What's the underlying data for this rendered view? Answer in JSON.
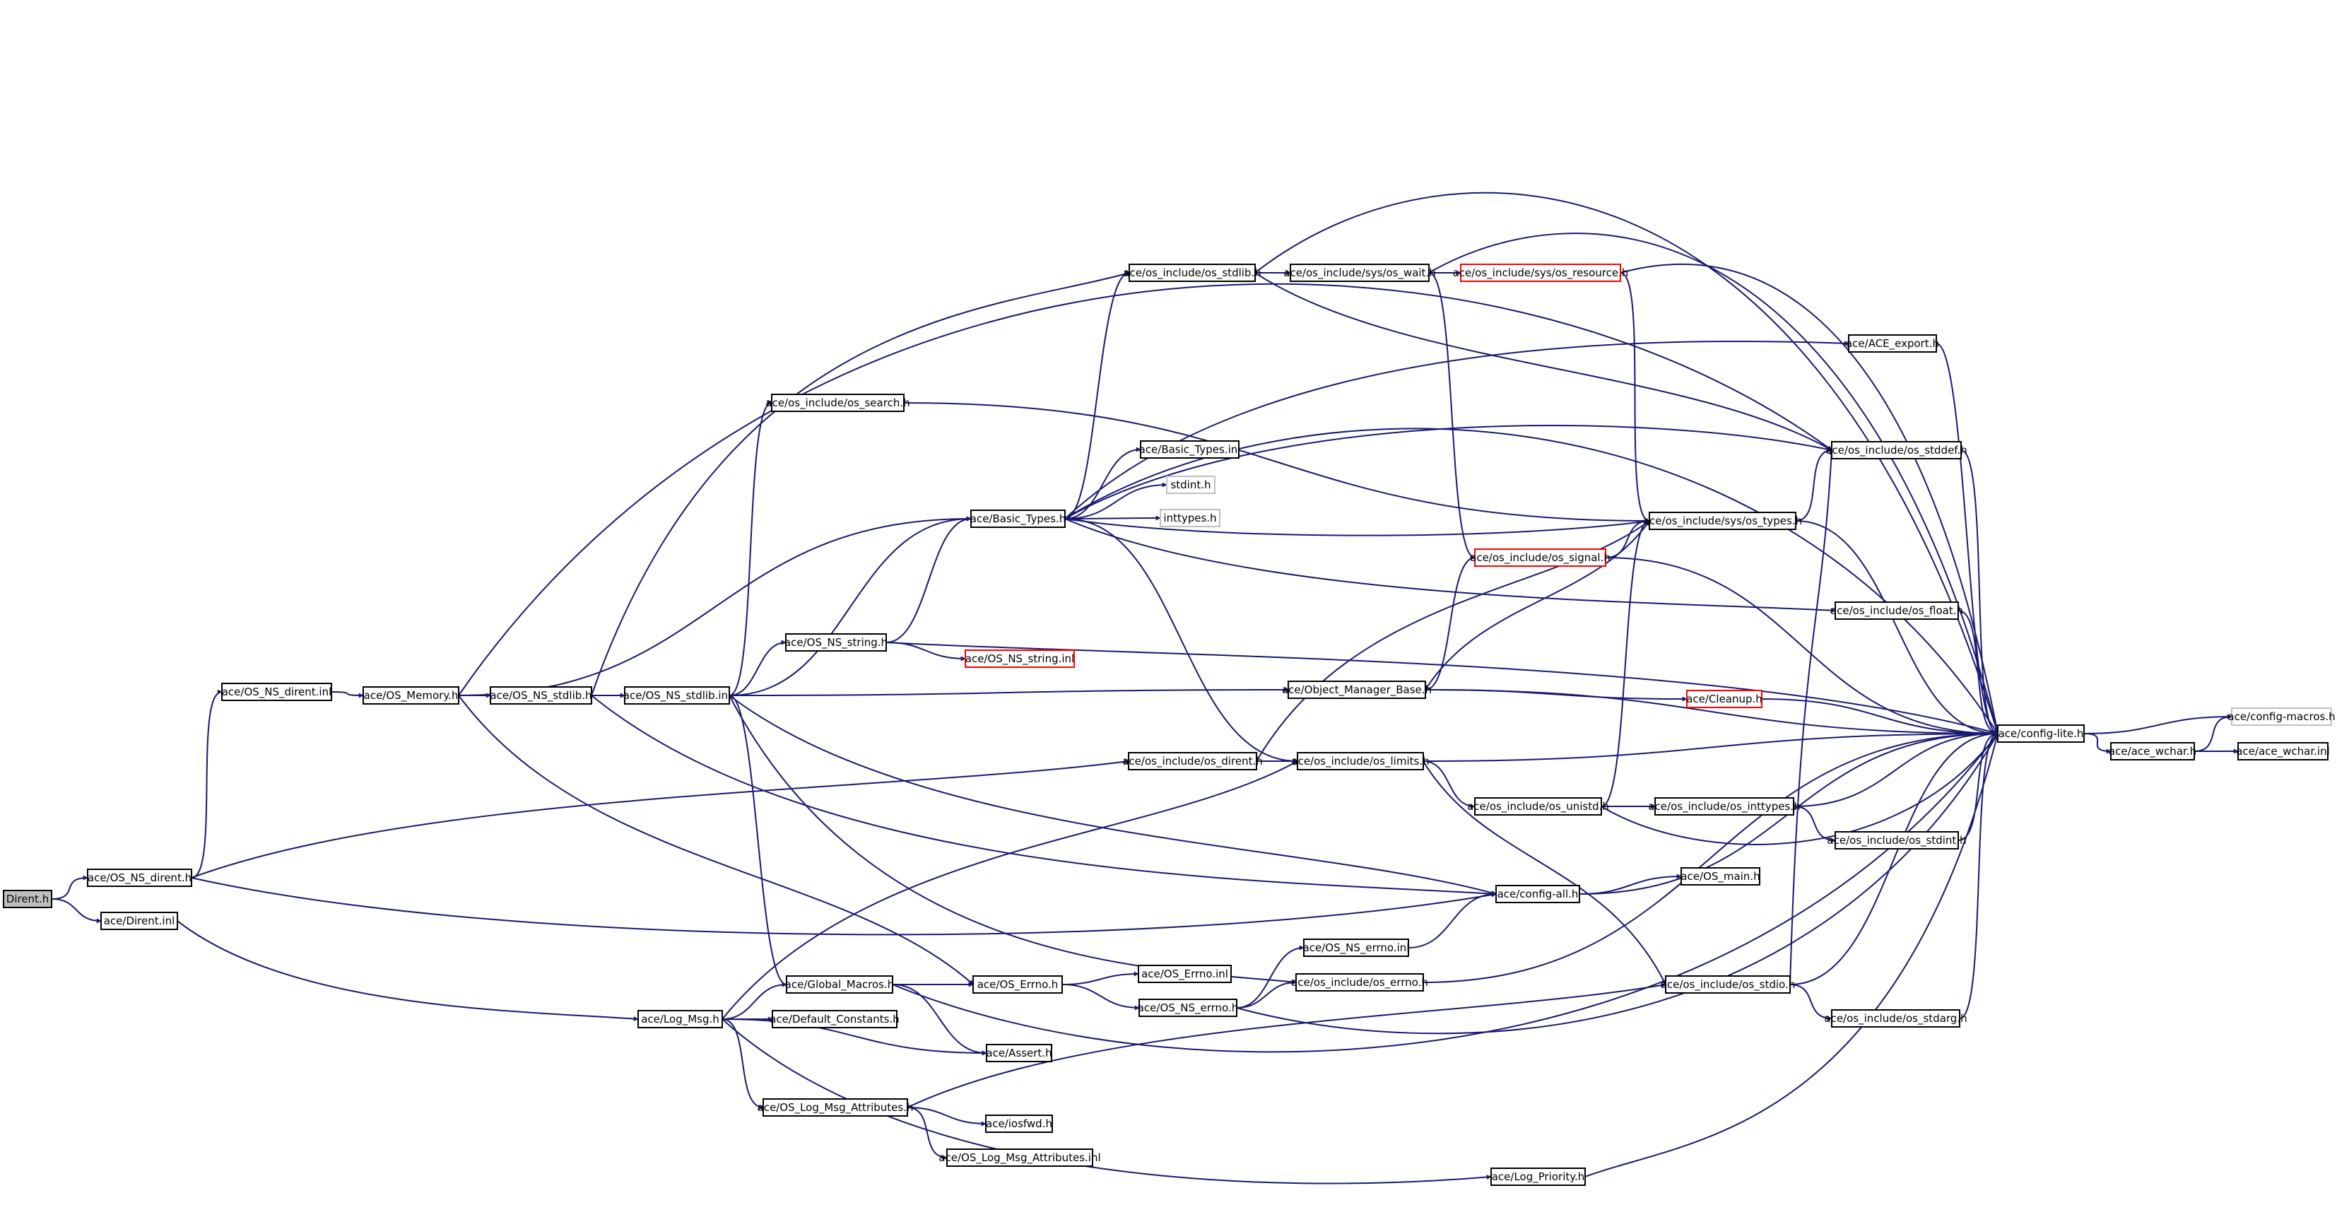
{
  "diagram": {
    "kind": "include-dependency-graph",
    "colors": {
      "edge": "#191970",
      "node_border": "#000000",
      "node_border_incomplete": "#ff0000",
      "node_border_external": "#bfbfbf",
      "root_fill": "#bfbfbf",
      "node_fill": "#ffffff"
    },
    "nodes": [
      {
        "id": "dirent_h",
        "label": "Dirent.h",
        "kind": "root"
      },
      {
        "id": "os_ns_dirent_h",
        "label": "ace/OS_NS_dirent.h",
        "kind": "normal"
      },
      {
        "id": "dirent_inl",
        "label": "ace/Dirent.inl",
        "kind": "normal"
      },
      {
        "id": "os_ns_dirent_inl",
        "label": "ace/OS_NS_dirent.inl",
        "kind": "normal"
      },
      {
        "id": "os_memory_h",
        "label": "ace/OS_Memory.h",
        "kind": "normal"
      },
      {
        "id": "os_ns_stdlib_h",
        "label": "ace/OS_NS_stdlib.h",
        "kind": "normal"
      },
      {
        "id": "os_ns_stdlib_inl",
        "label": "ace/OS_NS_stdlib.inl",
        "kind": "normal"
      },
      {
        "id": "os_ns_string_h",
        "label": "ace/OS_NS_string.h",
        "kind": "normal"
      },
      {
        "id": "os_ns_string_inl",
        "label": "ace/OS_NS_string.inl",
        "kind": "incomplete"
      },
      {
        "id": "os_search_h",
        "label": "ace/os_include/os_search.h",
        "kind": "normal"
      },
      {
        "id": "basic_types_h",
        "label": "ace/Basic_Types.h",
        "kind": "normal"
      },
      {
        "id": "basic_types_inl",
        "label": "ace/Basic_Types.inl",
        "kind": "normal"
      },
      {
        "id": "stdint_h",
        "label": "stdint.h",
        "kind": "external"
      },
      {
        "id": "inttypes_h",
        "label": "inttypes.h",
        "kind": "external"
      },
      {
        "id": "os_stdlib_h",
        "label": "ace/os_include/os_stdlib.h",
        "kind": "normal"
      },
      {
        "id": "os_wait_h",
        "label": "ace/os_include/sys/os_wait.h",
        "kind": "normal"
      },
      {
        "id": "os_resource_h",
        "label": "ace/os_include/sys/os_resource.h",
        "kind": "incomplete"
      },
      {
        "id": "ace_export_h",
        "label": "ace/ACE_export.h",
        "kind": "normal"
      },
      {
        "id": "os_stddef_h",
        "label": "ace/os_include/os_stddef.h",
        "kind": "normal"
      },
      {
        "id": "os_types_h",
        "label": "ace/os_include/sys/os_types.h",
        "kind": "normal"
      },
      {
        "id": "os_signal_h",
        "label": "ace/os_include/os_signal.h",
        "kind": "incomplete"
      },
      {
        "id": "os_float_h",
        "label": "ace/os_include/os_float.h",
        "kind": "normal"
      },
      {
        "id": "object_manager_base_h",
        "label": "ace/Object_Manager_Base.h",
        "kind": "normal"
      },
      {
        "id": "cleanup_h",
        "label": "ace/Cleanup.h",
        "kind": "incomplete"
      },
      {
        "id": "config_lite_h",
        "label": "ace/config-lite.h",
        "kind": "normal"
      },
      {
        "id": "config_macros_h",
        "label": "ace/config-macros.h",
        "kind": "external"
      },
      {
        "id": "ace_wchar_h",
        "label": "ace/ace_wchar.h",
        "kind": "normal"
      },
      {
        "id": "ace_wchar_inl",
        "label": "ace/ace_wchar.inl",
        "kind": "normal"
      },
      {
        "id": "os_dirent_h",
        "label": "ace/os_include/os_dirent.h",
        "kind": "normal"
      },
      {
        "id": "os_limits_h",
        "label": "ace/os_include/os_limits.h",
        "kind": "normal"
      },
      {
        "id": "os_unistd_h",
        "label": "ace/os_include/os_unistd.h",
        "kind": "normal"
      },
      {
        "id": "os_inttypes_h",
        "label": "ace/os_include/os_inttypes.h",
        "kind": "normal"
      },
      {
        "id": "os_stdint_h",
        "label": "ace/os_include/os_stdint.h",
        "kind": "normal"
      },
      {
        "id": "config_all_h",
        "label": "ace/config-all.h",
        "kind": "normal"
      },
      {
        "id": "os_main_h",
        "label": "ace/OS_main.h",
        "kind": "normal"
      },
      {
        "id": "os_ns_errno_inl",
        "label": "ace/OS_NS_errno.inl",
        "kind": "normal"
      },
      {
        "id": "os_errno_h",
        "label": "ace/os_include/os_errno.h",
        "kind": "normal"
      },
      {
        "id": "global_macros_h",
        "label": "ace/Global_Macros.h",
        "kind": "normal"
      },
      {
        "id": "os_errno_cap_h",
        "label": "ace/OS_Errno.h",
        "kind": "normal"
      },
      {
        "id": "os_errno_cap_inl",
        "label": "ace/OS_Errno.inl",
        "kind": "normal"
      },
      {
        "id": "os_ns_errno_h",
        "label": "ace/OS_NS_errno.h",
        "kind": "normal"
      },
      {
        "id": "os_stdio_h",
        "label": "ace/os_include/os_stdio.h",
        "kind": "normal"
      },
      {
        "id": "os_stdarg_h",
        "label": "ace/os_include/os_stdarg.h",
        "kind": "normal"
      },
      {
        "id": "log_msg_h",
        "label": "ace/Log_Msg.h",
        "kind": "normal"
      },
      {
        "id": "default_constants_h",
        "label": "ace/Default_Constants.h",
        "kind": "normal"
      },
      {
        "id": "assert_h",
        "label": "ace/Assert.h",
        "kind": "normal"
      },
      {
        "id": "os_log_msg_attributes_h",
        "label": "ace/OS_Log_Msg_Attributes.h",
        "kind": "normal"
      },
      {
        "id": "iosfwd_h",
        "label": "ace/iosfwd.h",
        "kind": "normal"
      },
      {
        "id": "os_log_msg_attributes_inl",
        "label": "ace/OS_Log_Msg_Attributes.inl",
        "kind": "normal"
      },
      {
        "id": "log_priority_h",
        "label": "ace/Log_Priority.h",
        "kind": "normal"
      }
    ],
    "edges": [
      [
        "dirent_h",
        "os_ns_dirent_h"
      ],
      [
        "dirent_h",
        "dirent_inl"
      ],
      [
        "os_ns_dirent_h",
        "os_ns_dirent_inl"
      ],
      [
        "os_ns_dirent_h",
        "os_dirent_h"
      ],
      [
        "os_ns_dirent_h",
        "config_all_h"
      ],
      [
        "os_ns_dirent_inl",
        "os_memory_h"
      ],
      [
        "os_memory_h",
        "os_ns_stdlib_h"
      ],
      [
        "os_memory_h",
        "basic_types_h"
      ],
      [
        "os_memory_h",
        "os_stddef_h"
      ],
      [
        "os_memory_h",
        "os_errno_cap_h"
      ],
      [
        "os_ns_stdlib_h",
        "os_ns_stdlib_inl"
      ],
      [
        "os_ns_stdlib_h",
        "os_stdlib_h"
      ],
      [
        "os_ns_stdlib_h",
        "config_all_h"
      ],
      [
        "os_ns_stdlib_inl",
        "os_ns_string_h"
      ],
      [
        "os_ns_stdlib_inl",
        "object_manager_base_h"
      ],
      [
        "os_ns_stdlib_inl",
        "basic_types_h"
      ],
      [
        "os_ns_stdlib_inl",
        "os_search_h"
      ],
      [
        "os_ns_stdlib_inl",
        "global_macros_h"
      ],
      [
        "os_ns_stdlib_inl",
        "os_errno_h"
      ],
      [
        "os_ns_stdlib_inl",
        "config_all_h"
      ],
      [
        "os_ns_string_h",
        "os_ns_string_inl"
      ],
      [
        "os_ns_string_h",
        "basic_types_h"
      ],
      [
        "os_ns_string_h",
        "config_lite_h"
      ],
      [
        "os_search_h",
        "os_types_h"
      ],
      [
        "basic_types_h",
        "basic_types_inl"
      ],
      [
        "basic_types_h",
        "stdint_h"
      ],
      [
        "basic_types_h",
        "inttypes_h"
      ],
      [
        "basic_types_h",
        "os_stdlib_h"
      ],
      [
        "basic_types_h",
        "ace_export_h"
      ],
      [
        "basic_types_h",
        "config_lite_h"
      ],
      [
        "basic_types_h",
        "os_stddef_h"
      ],
      [
        "basic_types_h",
        "os_types_h"
      ],
      [
        "basic_types_h",
        "os_float_h"
      ],
      [
        "basic_types_h",
        "os_limits_h"
      ],
      [
        "os_stdlib_h",
        "os_wait_h"
      ],
      [
        "os_stdlib_h",
        "config_lite_h"
      ],
      [
        "os_stdlib_h",
        "os_stddef_h"
      ],
      [
        "os_wait_h",
        "os_resource_h"
      ],
      [
        "os_wait_h",
        "config_lite_h"
      ],
      [
        "os_wait_h",
        "os_signal_h"
      ],
      [
        "os_resource_h",
        "config_lite_h"
      ],
      [
        "os_resource_h",
        "os_types_h"
      ],
      [
        "ace_export_h",
        "config_lite_h"
      ],
      [
        "os_stddef_h",
        "config_lite_h"
      ],
      [
        "os_types_h",
        "os_stddef_h"
      ],
      [
        "os_types_h",
        "config_lite_h"
      ],
      [
        "os_signal_h",
        "os_types_h"
      ],
      [
        "os_signal_h",
        "config_lite_h"
      ],
      [
        "os_float_h",
        "config_lite_h"
      ],
      [
        "object_manager_base_h",
        "os_signal_h"
      ],
      [
        "object_manager_base_h",
        "cleanup_h"
      ],
      [
        "object_manager_base_h",
        "os_types_h"
      ],
      [
        "object_manager_base_h",
        "config_lite_h"
      ],
      [
        "cleanup_h",
        "config_lite_h"
      ],
      [
        "config_lite_h",
        "config_macros_h"
      ],
      [
        "config_lite_h",
        "ace_wchar_h"
      ],
      [
        "ace_wchar_h",
        "config_macros_h"
      ],
      [
        "ace_wchar_h",
        "ace_wchar_inl"
      ],
      [
        "os_dirent_h",
        "os_limits_h"
      ],
      [
        "os_dirent_h",
        "os_types_h"
      ],
      [
        "os_limits_h",
        "os_unistd_h"
      ],
      [
        "os_limits_h",
        "config_lite_h"
      ],
      [
        "os_limits_h",
        "os_stdio_h"
      ],
      [
        "os_unistd_h",
        "os_inttypes_h"
      ],
      [
        "os_unistd_h",
        "os_types_h"
      ],
      [
        "os_unistd_h",
        "config_lite_h"
      ],
      [
        "os_inttypes_h",
        "os_stdint_h"
      ],
      [
        "os_inttypes_h",
        "config_lite_h"
      ],
      [
        "os_stdint_h",
        "config_lite_h"
      ],
      [
        "config_all_h",
        "os_main_h"
      ],
      [
        "config_all_h",
        "config_lite_h"
      ],
      [
        "os_ns_errno_inl",
        "config_all_h"
      ],
      [
        "os_errno_h",
        "config_lite_h"
      ],
      [
        "global_macros_h",
        "os_errno_cap_h"
      ],
      [
        "global_macros_h",
        "assert_h"
      ],
      [
        "global_macros_h",
        "config_lite_h"
      ],
      [
        "os_errno_cap_h",
        "os_errno_cap_inl"
      ],
      [
        "os_errno_cap_h",
        "os_ns_errno_h"
      ],
      [
        "os_ns_errno_h",
        "os_ns_errno_inl"
      ],
      [
        "os_ns_errno_h",
        "os_errno_h"
      ],
      [
        "os_ns_errno_h",
        "config_lite_h"
      ],
      [
        "os_stdio_h",
        "os_stdarg_h"
      ],
      [
        "os_stdio_h",
        "os_stddef_h"
      ],
      [
        "os_stdio_h",
        "config_lite_h"
      ],
      [
        "os_stdarg_h",
        "config_lite_h"
      ],
      [
        "dirent_inl",
        "log_msg_h"
      ],
      [
        "log_msg_h",
        "global_macros_h"
      ],
      [
        "log_msg_h",
        "default_constants_h"
      ],
      [
        "log_msg_h",
        "assert_h"
      ],
      [
        "log_msg_h",
        "os_log_msg_attributes_h"
      ],
      [
        "log_msg_h",
        "os_limits_h"
      ],
      [
        "log_msg_h",
        "log_priority_h"
      ],
      [
        "os_log_msg_attributes_h",
        "iosfwd_h"
      ],
      [
        "os_log_msg_attributes_h",
        "os_log_msg_attributes_inl"
      ],
      [
        "os_log_msg_attributes_h",
        "os_stdio_h"
      ],
      [
        "log_priority_h",
        "config_lite_h"
      ]
    ]
  }
}
